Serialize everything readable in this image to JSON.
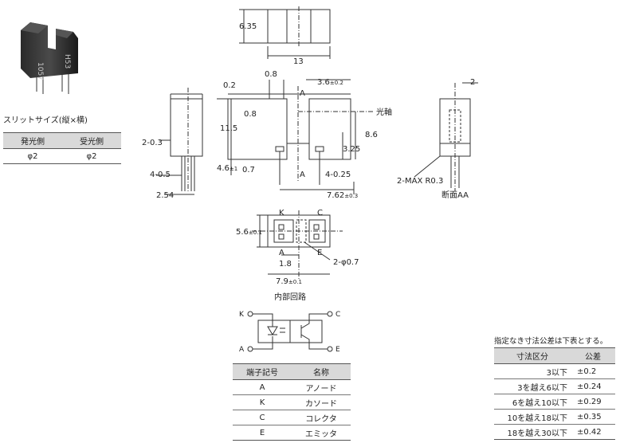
{
  "slit": {
    "title": "スリットサイズ(縦×横)",
    "headers": [
      "発光側",
      "受光側"
    ],
    "row": [
      "φ2",
      "φ2"
    ]
  },
  "dims": {
    "top_width": "6.35",
    "top_len": "13",
    "d_0_2": "0.2",
    "d_0_8a": "0.8",
    "d_3_6": "3.6",
    "d_3_6_tol": "±0.2",
    "d_0_8b": "0.8",
    "d_11_5": "11.5",
    "light_axis": "光軸",
    "d_8_6": "8.6",
    "d_3_25": "3.25",
    "d_4_6": "4.6",
    "d_4_6_tol": "±1",
    "d_0_7": "0.7",
    "pin_a": "A",
    "pin_a2": "A",
    "d_4_0_25": "4-0.25",
    "d_2_0_3": "2-0.3",
    "d_4_0_5": "4-0.5",
    "d_2_54": "2.54",
    "d_7_62": "7.62",
    "d_7_62_tol": "±0.3",
    "section_2": "2",
    "radius": "2-MAX R0.3",
    "section_label": "断面AA",
    "bot_k": "K",
    "bot_c": "C",
    "bot_a": "A",
    "bot_e": "E",
    "d_5_6": "5.6",
    "d_5_6_tol": "±0.1",
    "d_1_8": "1.8",
    "d_2_phi": "2-φ0.7",
    "d_7_9": "7.9",
    "d_7_9_tol": "±0.1"
  },
  "circuit": {
    "title": "内部回路",
    "k": "K",
    "a": "A",
    "c": "C",
    "e": "E"
  },
  "terminals": {
    "headers": [
      "端子記号",
      "名称"
    ],
    "rows": [
      [
        "A",
        "アノード"
      ],
      [
        "K",
        "カソード"
      ],
      [
        "C",
        "コレクタ"
      ],
      [
        "E",
        "エミッタ"
      ]
    ]
  },
  "tolerance": {
    "note": "指定なき寸法公差は下表とする。",
    "headers": [
      "寸法区分",
      "公差"
    ],
    "rows": [
      [
        "3以下",
        "±0.2"
      ],
      [
        "3を越え6以下",
        "±0.24"
      ],
      [
        "6を越え10以下",
        "±0.29"
      ],
      [
        "10を越え18以下",
        "±0.35"
      ],
      [
        "18を越え30以下",
        "±0.42"
      ]
    ]
  }
}
